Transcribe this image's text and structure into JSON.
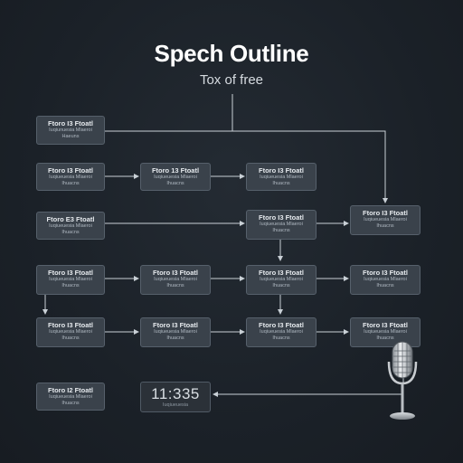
{
  "title": "Spech Outline",
  "subtitle": "Tox of free",
  "colors": {
    "background": "#1c2229",
    "node_fill": "#3a424b",
    "node_border": "#56606b",
    "connector": "#c9d0d6"
  },
  "nodes": [
    {
      "id": "n1-1",
      "label": "Ftoro I3 Ftoatl",
      "desc": [
        "Iuqiunuesia Mlaeroi",
        "Haeuns"
      ]
    },
    {
      "id": "n2-1",
      "label": "Ftoro I3 Ftoatl",
      "desc": [
        "Iuqiueuesia Mlaeroi",
        "Ihuacns"
      ]
    },
    {
      "id": "n2-2",
      "label": "Ftoro 13 Ftoatl",
      "desc": [
        "Iuqiueuesia Mlaeroi",
        "Ihuacns"
      ]
    },
    {
      "id": "n2-3",
      "label": "Ftoro I3 Ftoatl",
      "desc": [
        "Iuqiueuesia Mlaeroi",
        "Ihuacns"
      ]
    },
    {
      "id": "n3-1",
      "label": "Ftoro E3 Ftoatl",
      "desc": [
        "Iuqiueuesia Mlaeroi",
        "Ihuacns"
      ]
    },
    {
      "id": "n3-3",
      "label": "Ftoro I3 Ftoatl",
      "desc": [
        "Iuqiueuesia Mlaeroi",
        "Ihuacns"
      ]
    },
    {
      "id": "n3-4",
      "label": "Ftoro I3 Ftoatl",
      "desc": [
        "Iuqiueuesia Mlaeroi",
        "Ihuacns"
      ]
    },
    {
      "id": "n4-1",
      "label": "Ftoro I3 Ftoatl",
      "desc": [
        "Iuqiueuesia Mlaeroi",
        "Ihuacns"
      ]
    },
    {
      "id": "n4-2",
      "label": "Ftoro I3 Ftoatl",
      "desc": [
        "Iuqiueuesia Mlaeroi",
        "Ihuacns"
      ]
    },
    {
      "id": "n4-3",
      "label": "Ftoro I3 Ftoatl",
      "desc": [
        "Iuqiueuesia Mlaeroi",
        "Ihuacns"
      ]
    },
    {
      "id": "n4-4",
      "label": "Ftoro I3 Ftoatl",
      "desc": [
        "Iuqiueuesia Mlaeroi",
        "Ihuacns"
      ]
    },
    {
      "id": "n5-1",
      "label": "Ftoro I3 Ftoatl",
      "desc": [
        "Iuqiueuesia Mlaeroi",
        "Ihuacns"
      ]
    },
    {
      "id": "n5-2",
      "label": "Ftoro I3 Ftoatl",
      "desc": [
        "Iuqiueuesia Mlaeroi",
        "Ihuacns"
      ]
    },
    {
      "id": "n5-3",
      "label": "Ftoro I3 Ftoatl",
      "desc": [
        "Iuqiueuesia Mlaeroi",
        "Ihuacns"
      ]
    },
    {
      "id": "n5-4",
      "label": "Ftoro I3 Ftoatl",
      "desc": [
        "Iuqiueuesia Mlaeroi",
        "Ihuacns"
      ]
    },
    {
      "id": "n6-1",
      "label": "Ftoro I2 Ftoatl",
      "desc": [
        "Iuqiueuesia Mlaeroi",
        "Ihuacns"
      ]
    }
  ],
  "timer": {
    "value": "11:335",
    "caption": "Iuqiueuesia"
  },
  "icons": {
    "microphone": "microphone-icon"
  }
}
